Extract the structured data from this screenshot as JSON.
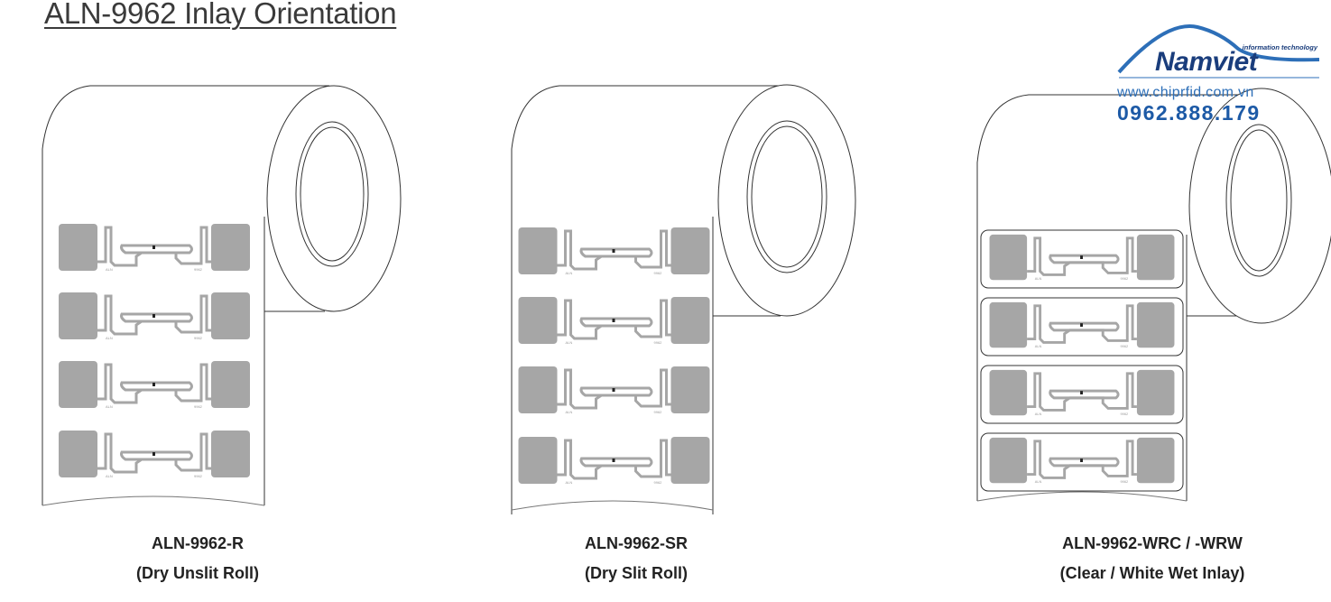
{
  "title": "ALN-9962 Inlay Orientation",
  "logo": {
    "tagline": "information technology",
    "brand": "Namviet",
    "url": "www.chiprfid.com.vn",
    "phone": "0962.888.179",
    "color": "#1a3d7c"
  },
  "rolls": [
    {
      "model": "ALN-9962-R",
      "description": "(Dry Unslit Roll)"
    },
    {
      "model": "ALN-9962-SR",
      "description": "(Dry Slit Roll)"
    },
    {
      "model": "ALN-9962-WRC / -WRW",
      "description": "(Clear / White Wet Inlay)"
    }
  ],
  "inlay": {
    "left_marking": "ALN",
    "right_marking": "9962",
    "pad_color": "#a6a6a6"
  }
}
